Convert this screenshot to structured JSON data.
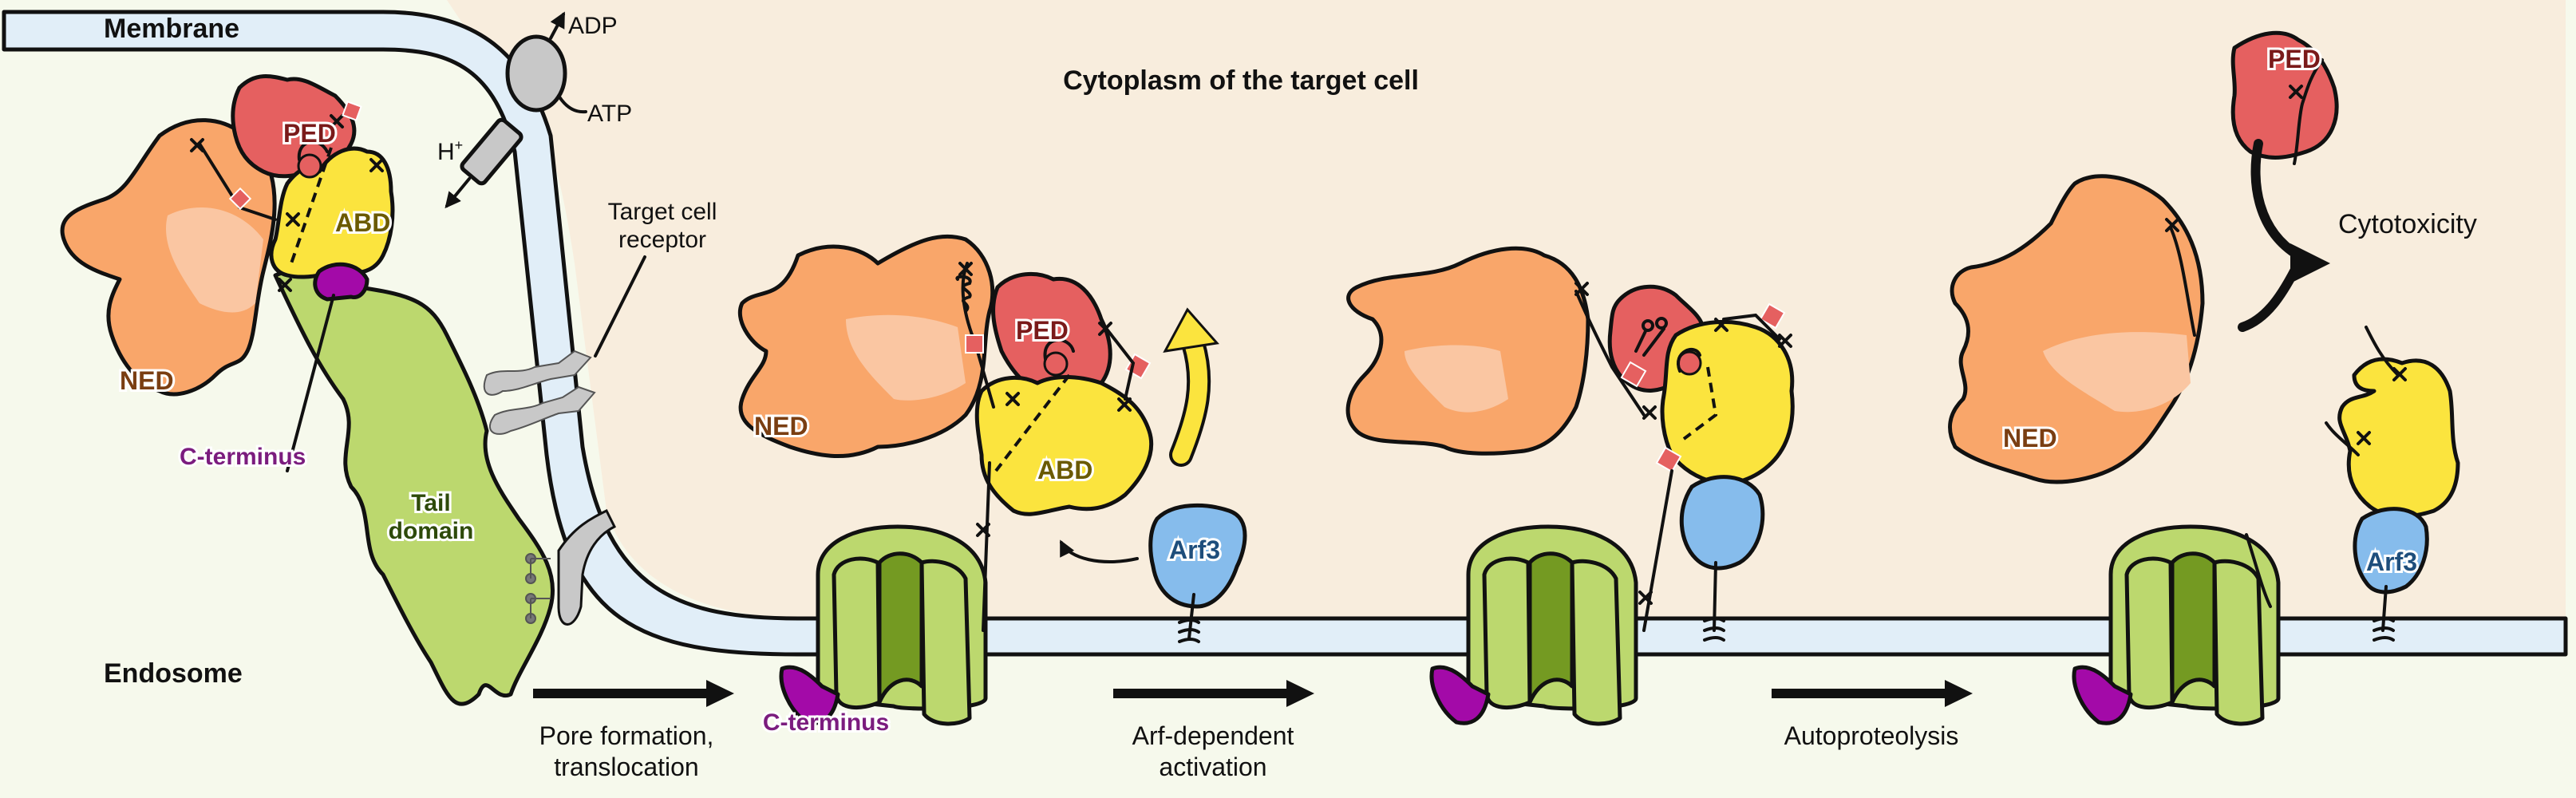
{
  "labels": {
    "membrane": "Membrane",
    "endosome": "Endosome",
    "cytoplasm": "Cytoplasm of the target cell",
    "adp": "ADP",
    "atp": "ATP",
    "h_plus": "H",
    "h_plus_sup": "+",
    "target_receptor_line1": "Target cell",
    "target_receptor_line2": "receptor",
    "c_terminus": "C-terminus",
    "tail_line1": "Tail",
    "tail_line2": "domain",
    "cytotoxicity": "Cytotoxicity"
  },
  "domains": {
    "ped": "PED",
    "abd": "ABD",
    "ned": "NED",
    "arf3": "Arf3"
  },
  "steps": [
    {
      "line1": "Pore formation,",
      "line2": "translocation"
    },
    {
      "line1": "Arf-dependent",
      "line2": "activation"
    },
    {
      "line1": "Autoproteolysis",
      "line2": ""
    }
  ],
  "colors": {
    "cytoplasm": "#F8EDDD",
    "endosome": "#F6F9EC",
    "membrane": "#E1EEF8",
    "ned": "#F9A66A",
    "ned_light": "#FAC6A2",
    "ped": "#E56060",
    "abd": "#FBE43E",
    "tail": "#BCD86E",
    "pore_dark": "#749A22",
    "c_terminus": "#A30AA8",
    "arf3": "#86BCEC",
    "receptor": "#C8C8C8",
    "label_purple": "#7B1C7E",
    "label_green": "#2E4A0A",
    "label_brown": "#7A3E12",
    "label_red": "#7A1A1A",
    "label_olive": "#6B5A00",
    "label_blue": "#1E4E7C"
  }
}
